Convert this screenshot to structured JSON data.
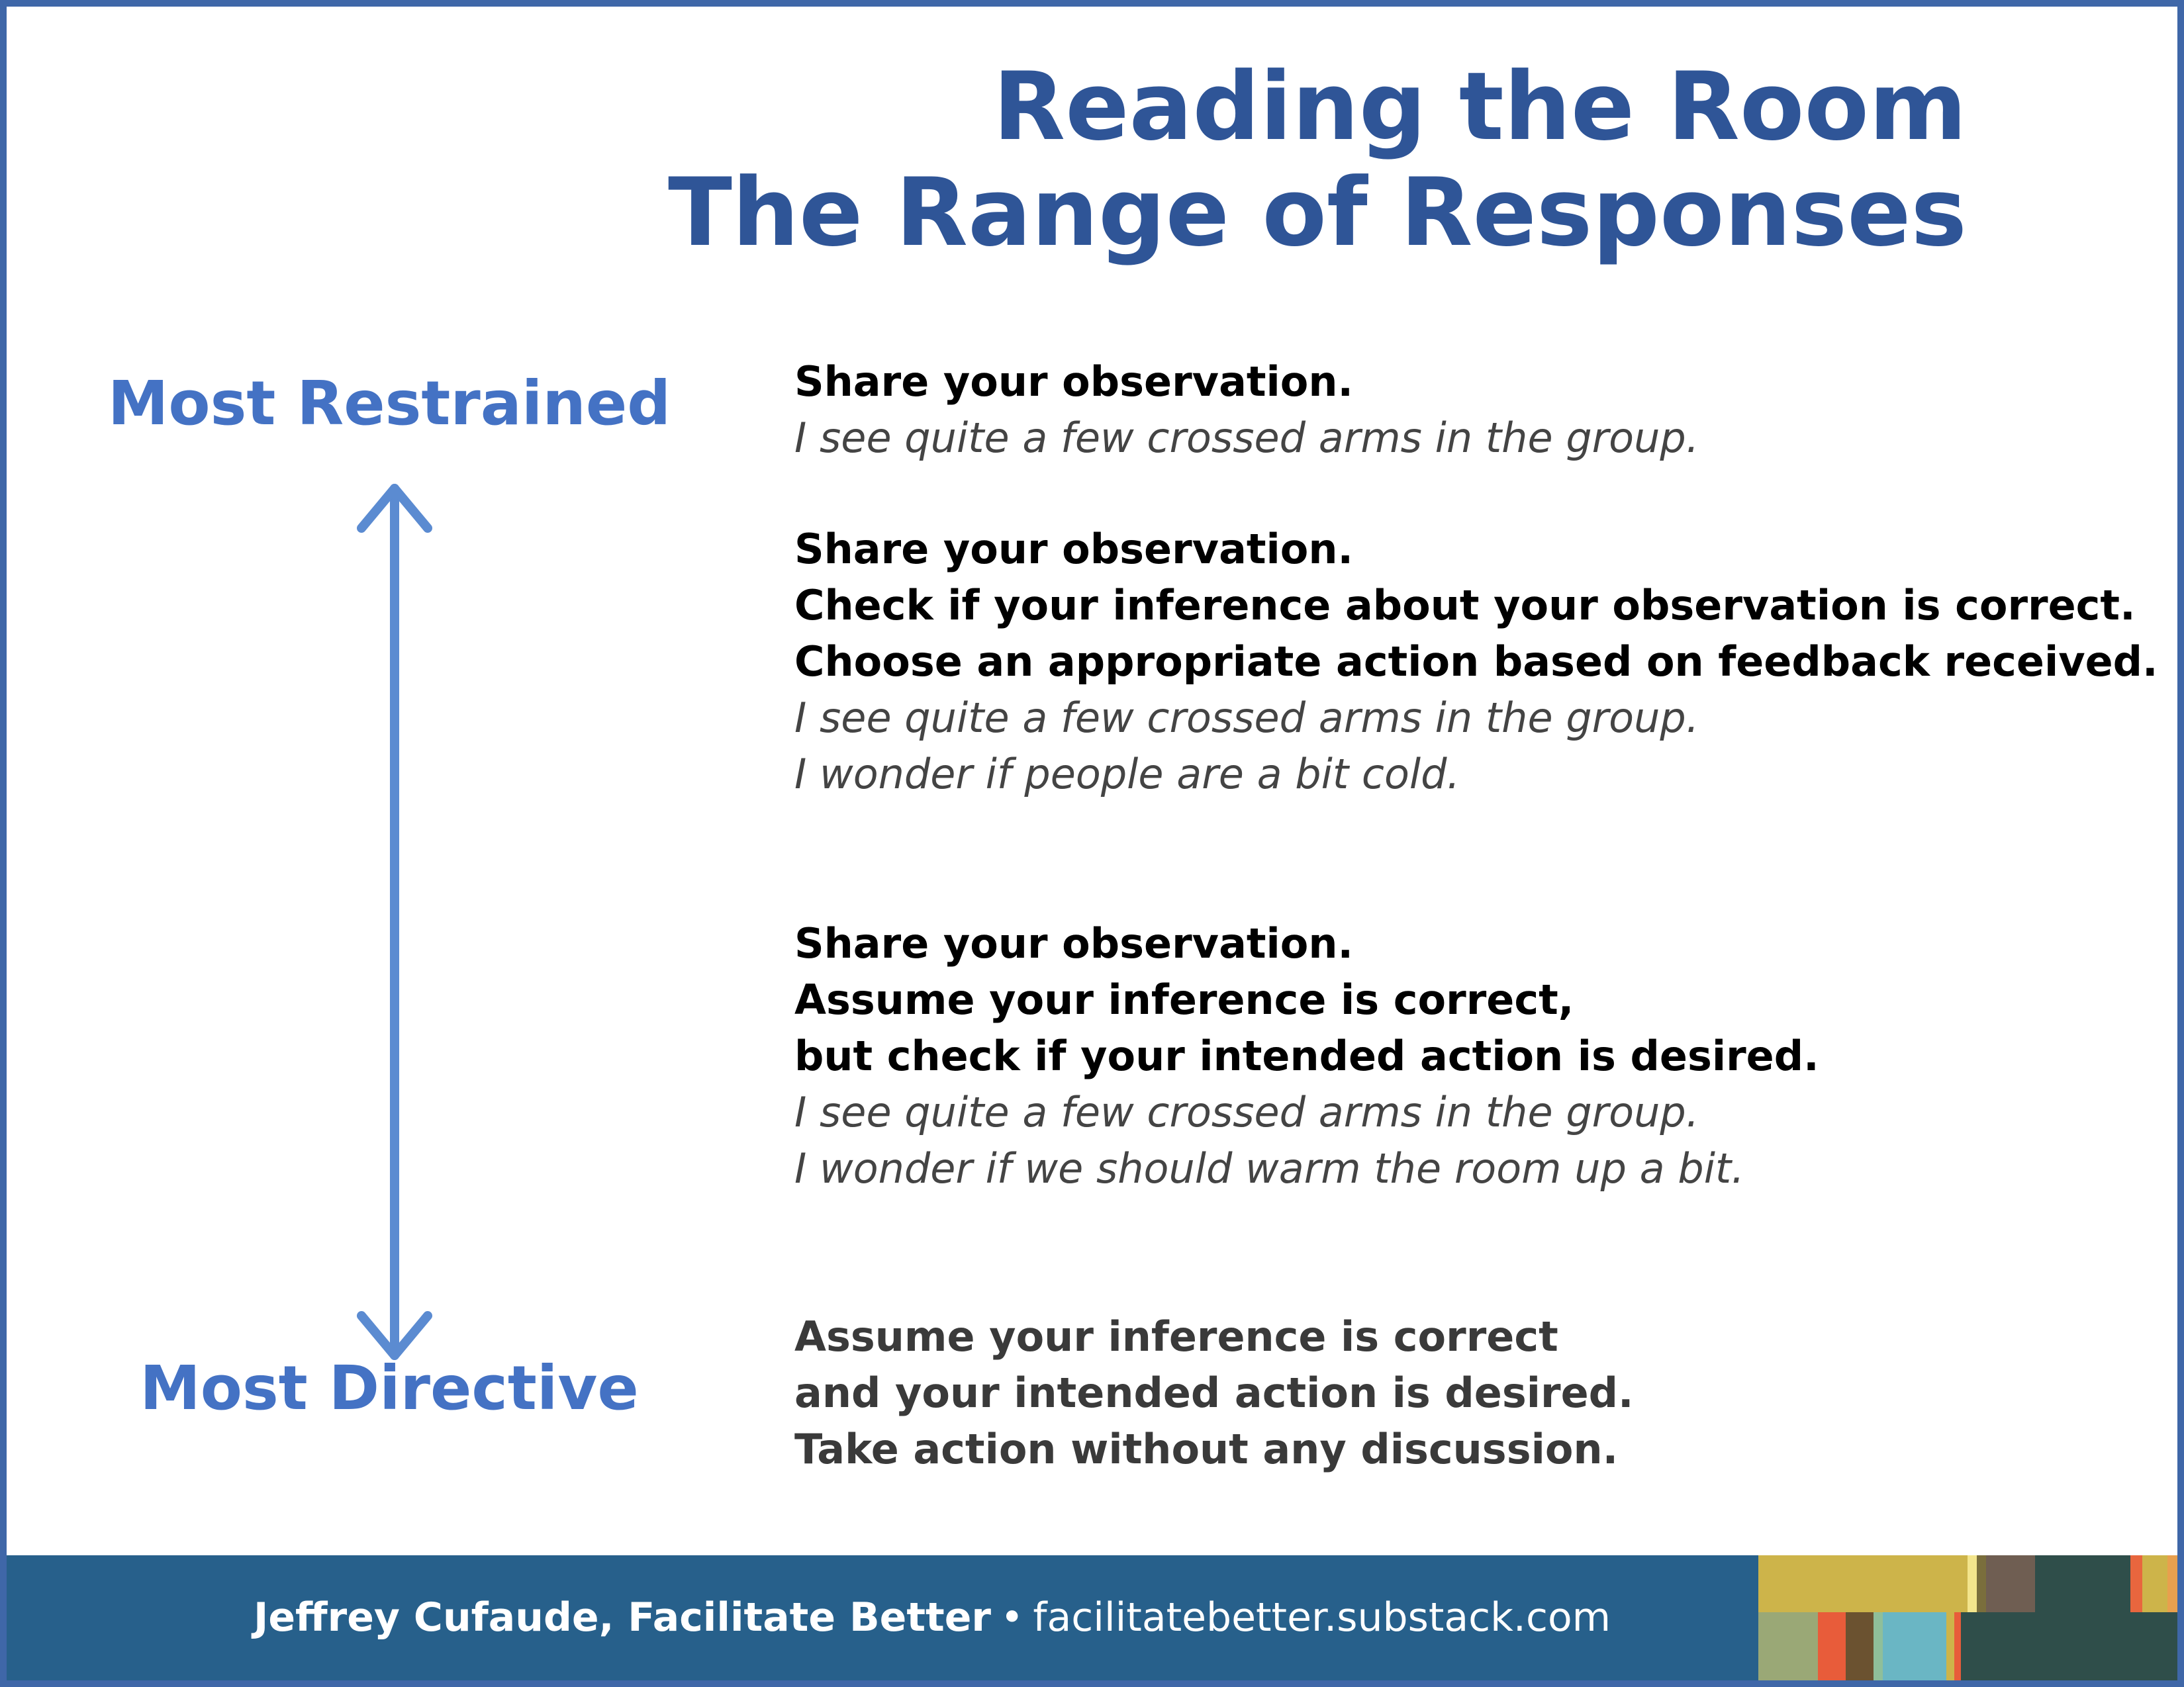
{
  "title": {
    "line1": "Reading the Room",
    "line2": "The Range of Responses"
  },
  "axis": {
    "top_label": "Most Restrained",
    "bottom_label": "Most Directive",
    "arrow_color": "#5b8bd1",
    "label_color": "#4472c4"
  },
  "responses": [
    {
      "steps": [
        "Share your observation."
      ],
      "examples": [
        "I see quite a few crossed arms in the group."
      ]
    },
    {
      "steps": [
        "Share your observation.",
        "Check if your inference about your observation is correct.",
        "Choose an appropriate action based on feedback received."
      ],
      "examples": [
        "I see quite a few crossed arms in the group.",
        "I wonder if people are a bit cold."
      ]
    },
    {
      "steps": [
        "Share your observation.",
        "Assume your inference is correct,",
        "but check if your intended action is desired."
      ],
      "examples": [
        "I see quite a few crossed arms in the group.",
        "I wonder if we should warm the room up a bit."
      ]
    },
    {
      "steps": [
        "Assume your inference is correct",
        "and your intended action is desired.",
        "Take action without any discussion."
      ],
      "examples": []
    }
  ],
  "footer": {
    "author": "Jeffrey Cufaude, Facilitate Better",
    "separator": "•",
    "url": "facilitatebetter.substack.com",
    "background": "#27608b"
  },
  "colors": {
    "title": "#2f5597",
    "frame": "#3f67a8"
  }
}
